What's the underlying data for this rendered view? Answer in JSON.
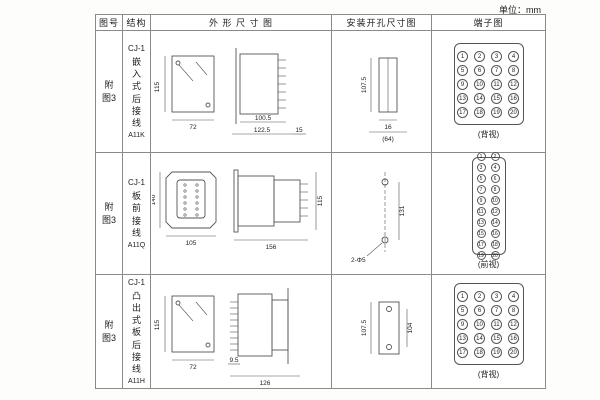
{
  "unit_label": "单位：mm",
  "table": {
    "headers": {
      "figure": "图号",
      "structure": "结构",
      "outline": "外 形 尺 寸 图",
      "mounting": "安装开孔尺寸图",
      "terminal": "端子图"
    },
    "rows": [
      {
        "figure": "附图3",
        "model": "CJ-1",
        "structure_desc": "嵌入式后接线",
        "code": "A11K",
        "outline": {
          "front_height": "115",
          "front_width": "72",
          "depth_a": "100.5",
          "depth_b": "122.5",
          "depth_c": "15"
        },
        "mounting": {
          "height": "107.5",
          "slot_width": "16",
          "total_width": "(64)"
        },
        "terminal": {
          "caption": "(背视)",
          "numbers": [
            "1",
            "2",
            "3",
            "4",
            "5",
            "6",
            "7",
            "8",
            "9",
            "10",
            "11",
            "12",
            "13",
            "14",
            "15",
            "16",
            "17",
            "18",
            "19",
            "20"
          ]
        }
      },
      {
        "figure": "附图3",
        "model": "CJ-1",
        "structure_desc": "板前接线",
        "code": "A11Q",
        "outline": {
          "front_height": "140",
          "front_width": "105",
          "depth": "156",
          "side_height": "115"
        },
        "mounting": {
          "hole_spacing": "131",
          "holes": "2-Φ5"
        },
        "terminal": {
          "caption": "(前视)",
          "numbers": [
            "1",
            "2",
            "3",
            "4",
            "5",
            "6",
            "7",
            "8",
            "9",
            "10",
            "11",
            "12",
            "13",
            "14",
            "15",
            "16",
            "17",
            "18",
            "19",
            "20"
          ]
        }
      },
      {
        "figure": "附图3",
        "model": "CJ-1",
        "structure_desc": "凸出式板后接线",
        "code": "A11H",
        "outline": {
          "front_height": "115",
          "front_width": "72",
          "pin_depth": "9.5",
          "total_depth": "126"
        },
        "mounting": {
          "height": "107.5",
          "width": "104"
        },
        "terminal": {
          "caption": "(背视)",
          "numbers": [
            "1",
            "2",
            "3",
            "4",
            "5",
            "6",
            "7",
            "8",
            "9",
            "10",
            "11",
            "12",
            "13",
            "14",
            "15",
            "16",
            "17",
            "18",
            "19",
            "20"
          ]
        }
      }
    ]
  }
}
